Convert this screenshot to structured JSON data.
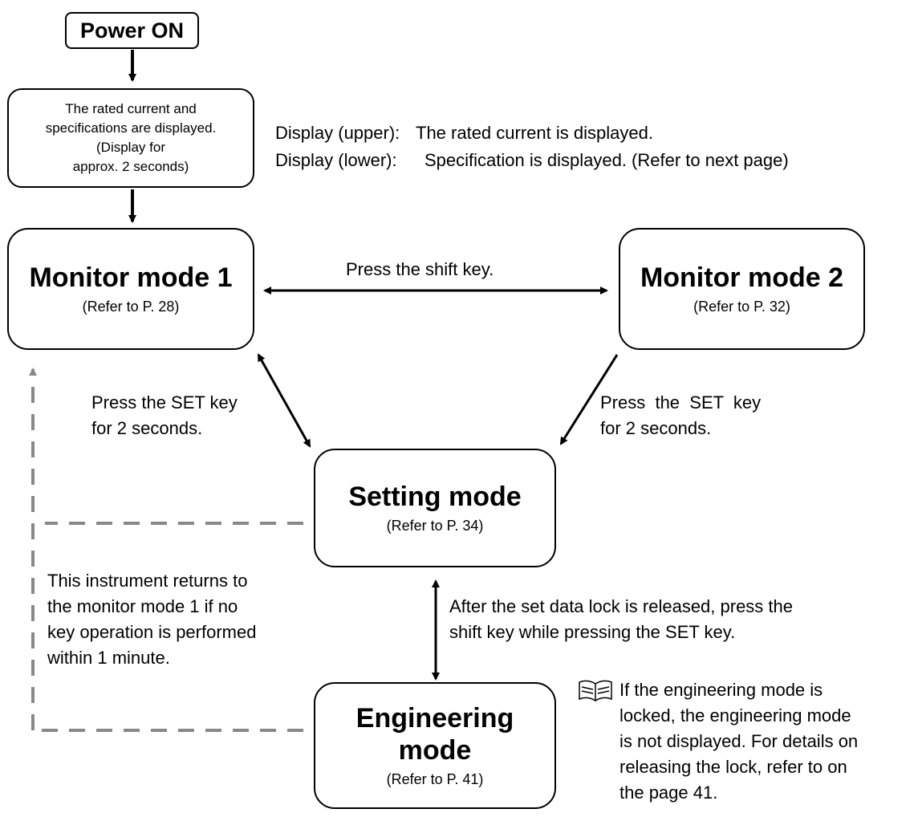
{
  "power_on": "Power ON",
  "rated_box": {
    "line1": "The rated current and",
    "line2": "specifications are displayed.",
    "line3": "(Display for",
    "line4": "approx. 2 seconds)"
  },
  "display_notes": {
    "upper_label": "Display (upper):",
    "upper_text": "The rated current is displayed.",
    "lower_label": "Display (lower):",
    "lower_text": "Specification is displayed. (Refer to next page)"
  },
  "monitor1": {
    "title": "Monitor mode 1",
    "ref": "(Refer to P. 28)"
  },
  "monitor2": {
    "title": "Monitor mode 2",
    "ref": "(Refer to P. 32)"
  },
  "setting": {
    "title": "Setting mode",
    "ref": "(Refer to P. 34)"
  },
  "engineering": {
    "title_line1": "Engineering",
    "title_line2": "mode",
    "ref": "(Refer to P. 41)"
  },
  "shift_label": "Press the shift key.",
  "set_left": {
    "line1": "Press the SET key",
    "line2": "for 2 seconds."
  },
  "set_right": {
    "line1": "Press  the  SET  key",
    "line2": "for 2 seconds."
  },
  "engineering_transition": {
    "line1": "After the set data lock is released, press the",
    "line2": "shift key while pressing the SET key."
  },
  "return_note": {
    "line1": "This instrument returns to",
    "line2": "the monitor mode 1 if no",
    "line3": "key operation is performed",
    "line4": "within 1 minute."
  },
  "lock_note": {
    "icon": "book-icon",
    "line1": "If the engineering mode is",
    "line2": "locked, the engineering mode",
    "line3": "is not displayed. For details on",
    "line4": "releasing the lock, refer to on",
    "line5": "the page 41."
  },
  "colors": {
    "line": "#000000",
    "dashed": "#808080"
  }
}
